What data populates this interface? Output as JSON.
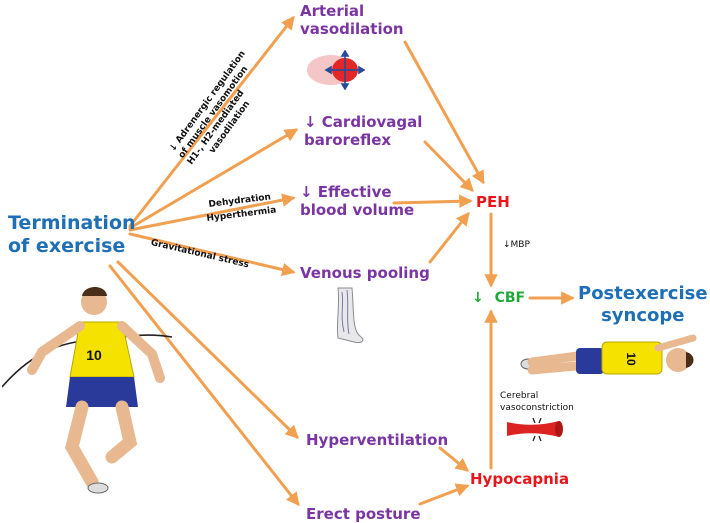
{
  "colors": {
    "arrow": "#f0a050",
    "node_purple": "#7a35a3",
    "node_blue": "#1e6fb5",
    "node_red": "#e8151b",
    "node_green": "#22a83a",
    "jersey": "#f5e200",
    "shorts": "#2a3a9a"
  },
  "nodes": {
    "termination_line1": "Termination",
    "termination_line2": "of exercise",
    "arterial_line1": "Arterial",
    "arterial_line2": "vasodilation",
    "cardiovagal_line1": "↓ Cardiovagal",
    "cardiovagal_line2": "baroreflex",
    "effective_line1": "↓ Effective",
    "effective_line2": "blood volume",
    "venous": "Venous pooling",
    "hyperventilation": "Hyperventilation",
    "erect": "Erect posture",
    "peh": "PEH",
    "cbf_arrow": "↓",
    "cbf": "CBF",
    "hypocapnia": "Hypocapnia",
    "syncope_line1": "Postexercise",
    "syncope_line2": "syncope"
  },
  "edge_labels": {
    "adrenergic_line1": "↓ Adrenergic regulation",
    "adrenergic_line2": "of muscle vasomotion",
    "adrenergic_line3": "H1-, H2-mediated",
    "adrenergic_line4": "vasodilation",
    "dehydration": "Dehydration",
    "hyperthermia": "Hyperthermia",
    "gravitational": "Gravitational stress",
    "mbp": "↓MBP",
    "cerebral_line1": "Cerebral",
    "cerebral_line2": "vasoconstriction"
  },
  "icons": {
    "vessel": "dilated-vessel-icon",
    "leg": "leg-veins-icon",
    "constricted": "constricted-vessel-icon",
    "runner": "runner-illustration",
    "lying": "collapsed-athlete-illustration"
  },
  "bib_number": "10"
}
